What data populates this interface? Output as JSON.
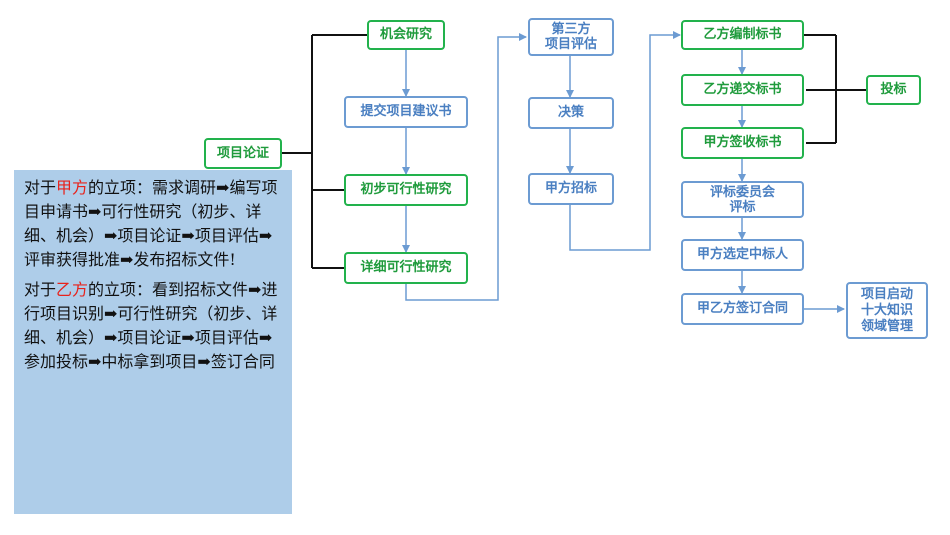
{
  "nodes": {
    "xiangmu_lunzheng": "项目论证",
    "jihui_yanjiu": "机会研究",
    "tijiao_jianyishu": "提交项目建议书",
    "chubu_kexing": "初步可行性研究",
    "xiangxi_kexing": "详细可行性研究",
    "disanfang_line1": "第三方",
    "disanfang_line2": "项目评估",
    "juece": "决策",
    "jiafang_zhaobiao": "甲方招标",
    "yifang_bianzhi": "乙方编制标书",
    "yifang_dijiao": "乙方递交标书",
    "jiafang_qianshou": "甲方签收标书",
    "toubiao": "投标",
    "pingbiao_line1": "评标委员会",
    "pingbiao_line2": "评标",
    "jiafang_xuanding": "甲方选定中标人",
    "jiayi_qianding": "甲乙方签订合同",
    "qidong_line1": "项目启动",
    "qidong_line2": "十大知识",
    "qidong_line3": "领域管理"
  },
  "note": {
    "p1_prefix": "对于",
    "p1_party": "甲方",
    "p1_body": "的立项：需求调研➡编写项目申请书➡可行性研究（初步、详细、机会）➡项目论证➡项目评估➡评审获得批准➡发布招标文件!",
    "p2_prefix": "对于",
    "p2_party": "乙方",
    "p2_body": "的立项：看到招标文件➡进行项目识别➡可行性研究（初步、详细、机会）➡项目论证➡项目评估➡参加投标➡中标拿到项目➡签订合同"
  },
  "colors": {
    "green": "#22b24c",
    "blue": "#6c9bd2",
    "note_bg": "#aecde9",
    "highlight": "#e8221b"
  }
}
